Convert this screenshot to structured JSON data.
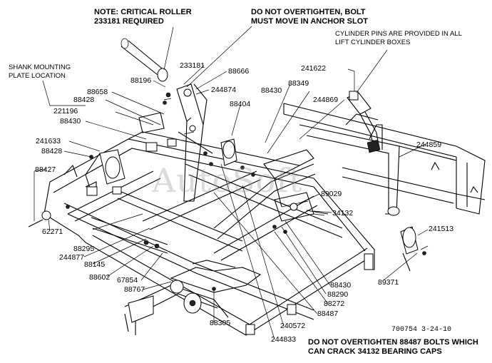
{
  "notes": {
    "critical_roller_line1": "NOTE: CRITICAL ROLLER",
    "critical_roller_line2": "233181 REQUIRED",
    "overtighten_bolt_line1": "DO NOT OVERTIGHTEN, BOLT",
    "overtighten_bolt_line2": "MUST MOVE IN ANCHOR SLOT",
    "cylinder_pins_line1": "CYLINDER PINS ARE PROVIDED IN ALL",
    "cylinder_pins_line2": "LIFT CYLINDER BOXES",
    "shank_plate_line1": "SHANK MOUNTING",
    "shank_plate_line2": "PLATE LOCATION",
    "overtighten_88487_line1": "DO NOT OVERTIGHTEN 88487 BOLTS WHICH",
    "overtighten_88487_line2": "CAN CRACK 34132 BEARING CAPS"
  },
  "watermark": "AutoSoft",
  "drawing_id": "700754  3-24-10",
  "part_labels": {
    "p233181": "233181",
    "p88666": "88666",
    "p88196": "88196",
    "p244874": "244874",
    "p88658": "88658",
    "p88428a": "88428",
    "p221196": "221196",
    "p88430a": "88430",
    "p88349": "88349",
    "p241622": "241622",
    "p244869": "244869",
    "p88404": "88404",
    "p88430b": "88430",
    "p241633": "241633",
    "p88428b": "88428",
    "p88427": "88427",
    "p244859": "244859",
    "p89029": "89029",
    "p34132": "34132",
    "p62271": "62271",
    "p241513": "241513",
    "p88295": "88295",
    "p244877": "244877",
    "p88145": "88145",
    "p88602": "88602",
    "p67854": "67854",
    "p88767": "88767",
    "p89371": "89371",
    "p88430c": "88430",
    "p88290": "88290",
    "p88272": "88272",
    "p88487": "88487",
    "p88305": "88305",
    "p240572": "240572",
    "p244833": "244833"
  }
}
